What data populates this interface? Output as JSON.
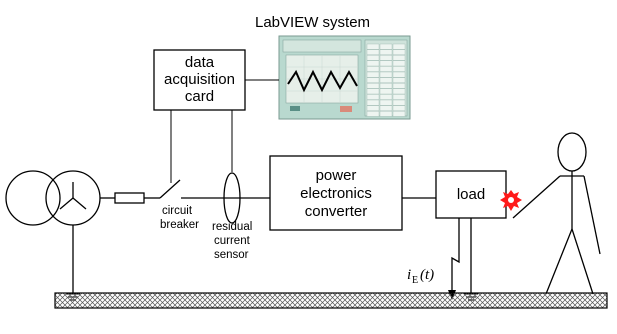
{
  "labview": {
    "title": "LabVIEW system"
  },
  "daq": {
    "line1": "data",
    "line2": "acquisition",
    "line3": "card"
  },
  "breaker": {
    "line1": "circuit",
    "line2": "breaker"
  },
  "sensor": {
    "line1": "residual",
    "line2": "current",
    "line3": "sensor"
  },
  "converter": {
    "line1": "power",
    "line2": "electronics",
    "line3": "converter"
  },
  "load": {
    "label": "load"
  },
  "fault_current": {
    "symbol": "i",
    "subscript": "E",
    "argument": "(t)"
  },
  "colors": {
    "screen_bg": "#b9d9cf",
    "screen_frame": "#7a9a92",
    "panel_bg": "#e6efe9",
    "wave": "#000000",
    "spark": "#ff1a1a",
    "ground_hatch": "#555555"
  },
  "icons": {
    "transformer": "transformer-icon",
    "fuse": "fuse-icon",
    "person": "person-icon",
    "spark": "spark-icon",
    "ground": "ground-icon"
  }
}
